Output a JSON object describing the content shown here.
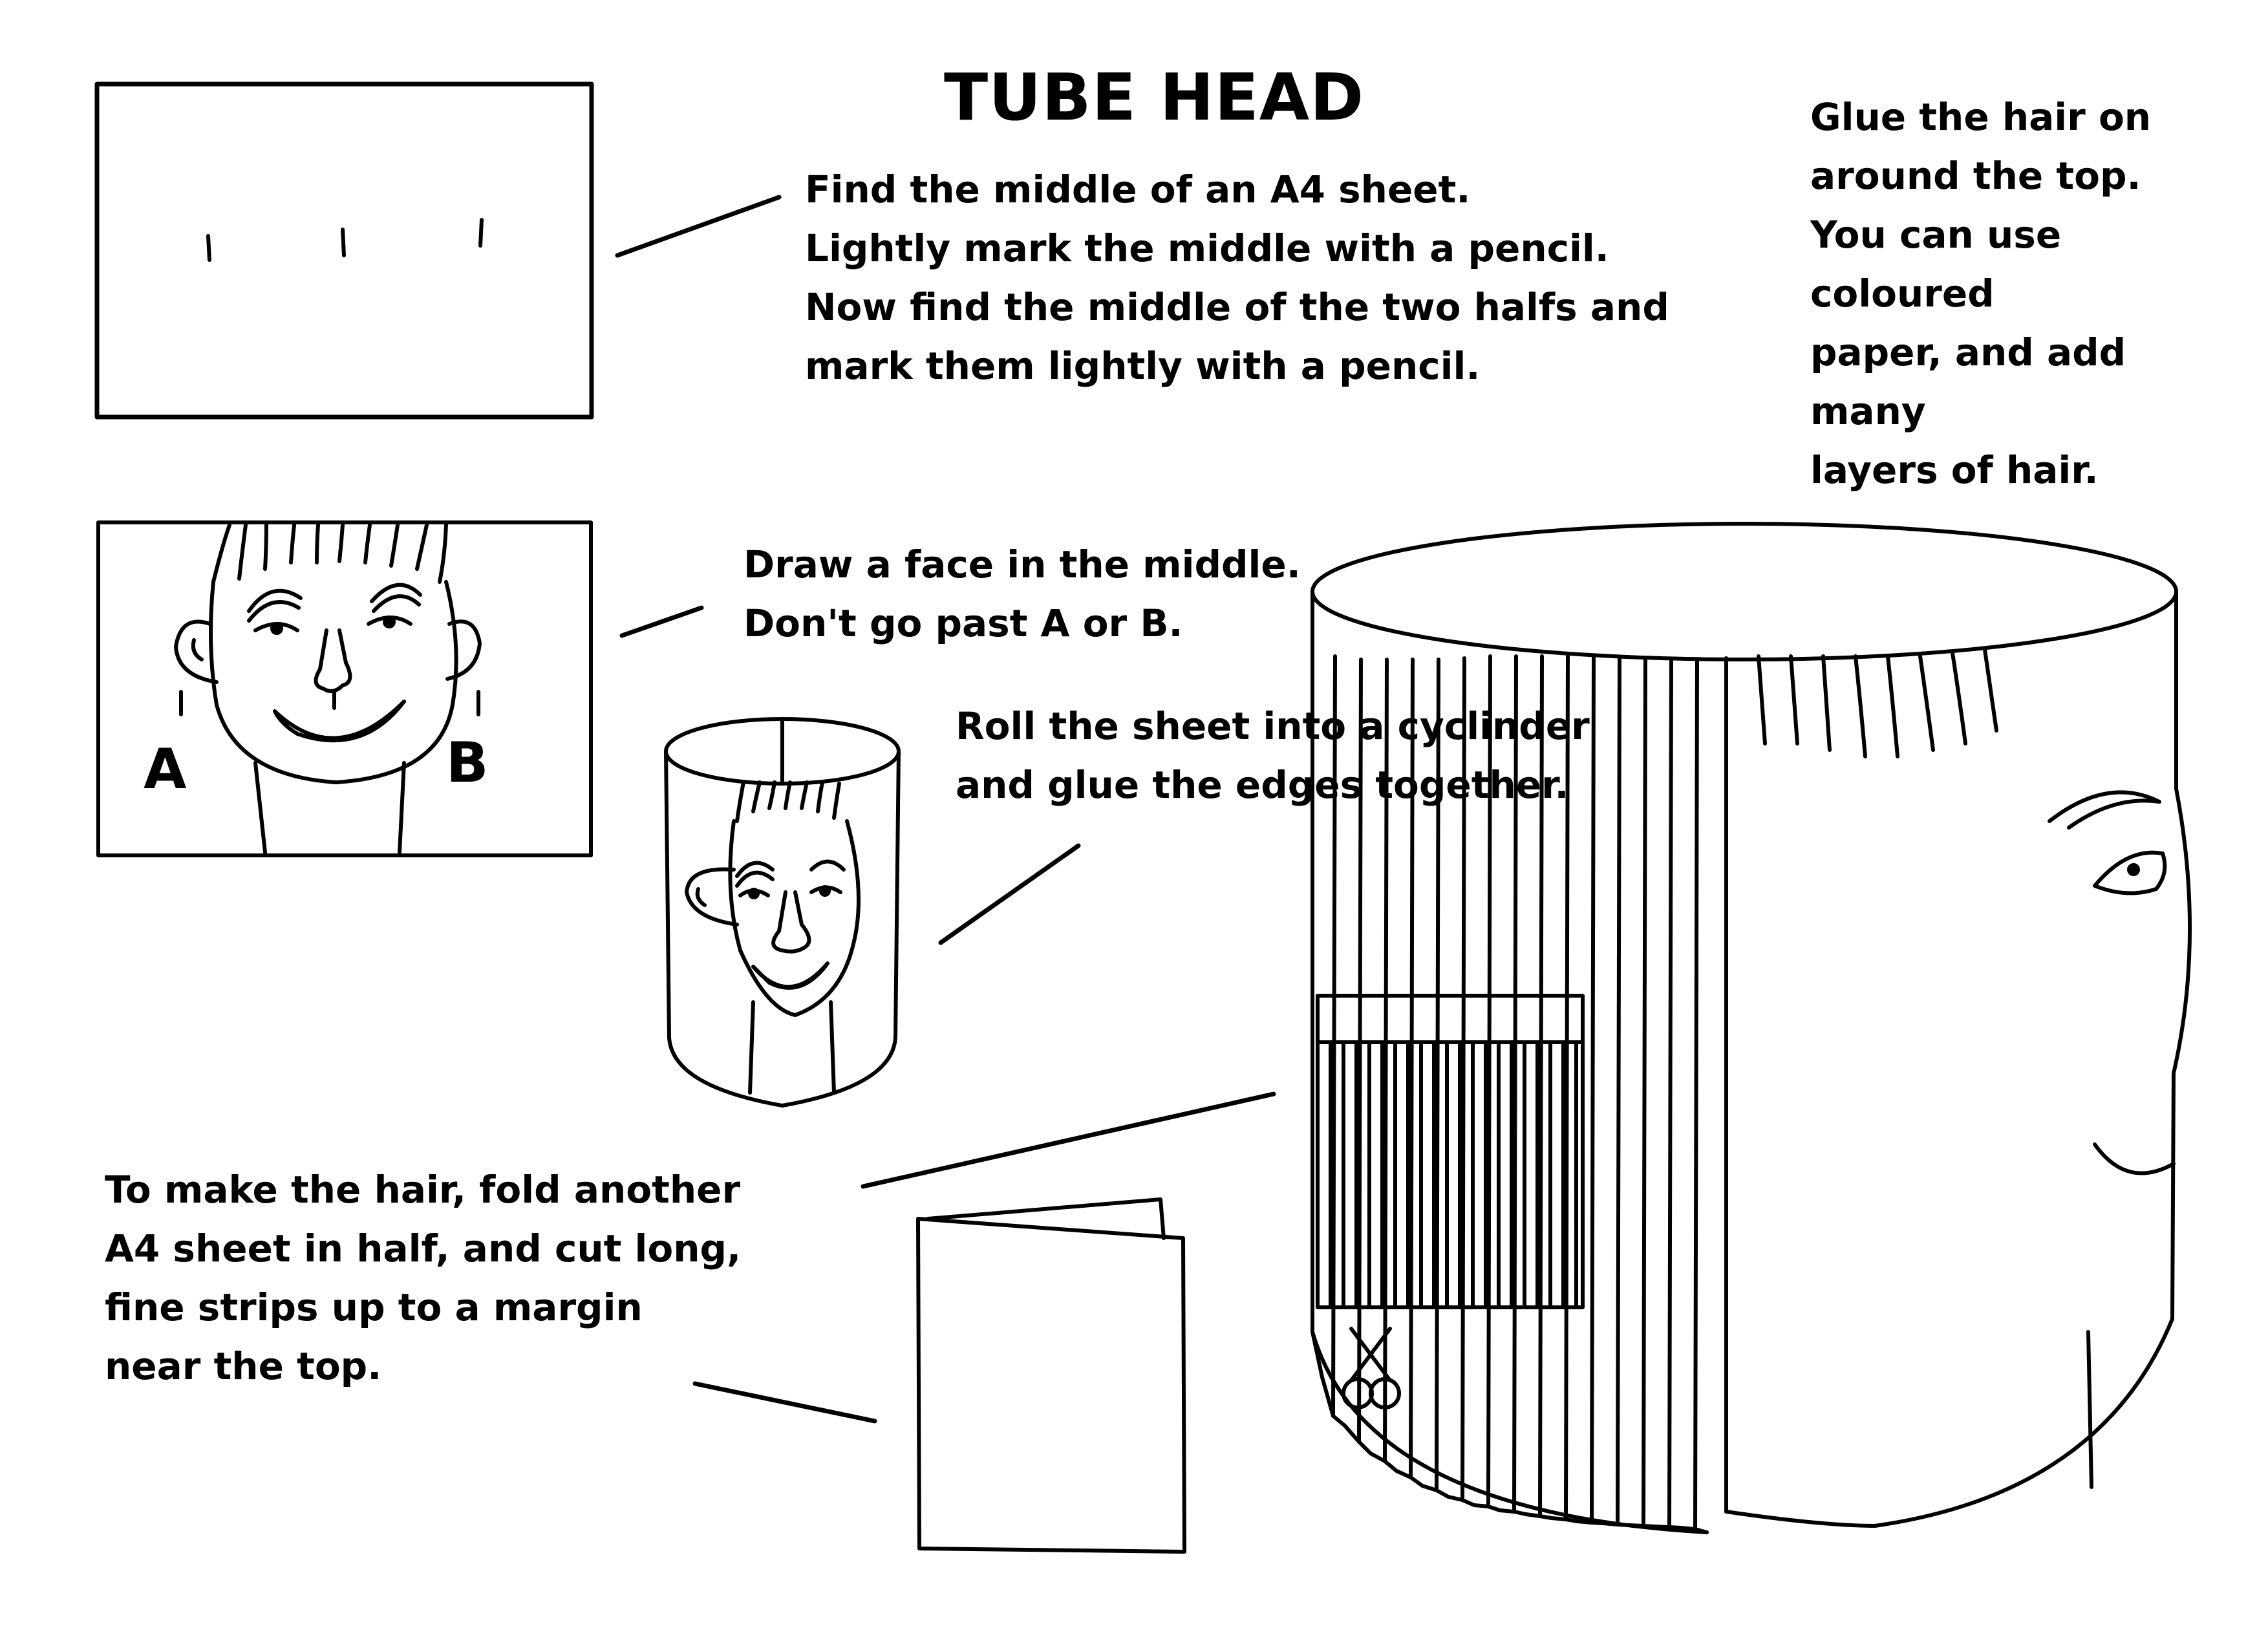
{
  "title": "TUBE HEAD",
  "steps": {
    "step1": [
      "Find the middle of an A4 sheet.",
      "Lightly mark the middle with a pencil.",
      "Now find the middle of the two halfs and",
      "mark them lightly with a pencil."
    ],
    "step2": [
      "Draw a face in the middle.",
      "Don't go past A or B."
    ],
    "step3": [
      "Roll the sheet into a cyclinder",
      "and glue the edges together."
    ],
    "step4": [
      "To make the hair, fold another",
      "A4 sheet in half, and cut long,",
      "fine strips up to a margin",
      "near the top."
    ],
    "step5": [
      "Glue the hair on",
      "around the top.",
      "You can use",
      "coloured",
      "paper, and add",
      "many",
      "layers of hair."
    ]
  },
  "labels": {
    "a": "A",
    "b": "B"
  }
}
